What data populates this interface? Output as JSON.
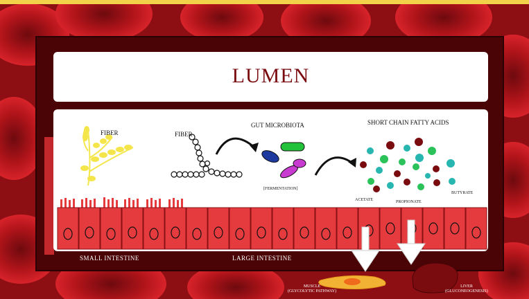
{
  "diagram": {
    "lumen_title": "LUMEN",
    "labels": {
      "fiber_left": "FIBER",
      "fiber_chain": "FIBER",
      "gut_microbiota": "GUT MICROBIOTA",
      "fermentation": "[FERMENTATION]",
      "scfa": "SHORT CHAIN FATTY ACIDS",
      "acetate": "ACETATE",
      "propionate": "PROPIONATE",
      "butyrate": "BUTYRATE"
    },
    "regions": {
      "small_intestine": "SMALL INTESTINE",
      "large_intestine": "LARGE INTESTINE"
    },
    "outputs": {
      "muscle": "MUSCLE",
      "muscle_detail": "(GLYCOLYTIC PATHWAY)",
      "liver": "LIVER",
      "liver_detail": "(GLUCONEOGENESIS)"
    },
    "colors": {
      "frame": "#4a0406",
      "cell": "#e63b3e",
      "cell_border": "#8a1114",
      "fiber_yellow": "#f4e64a",
      "bacteria_blue": "#1e3a9e",
      "bacteria_green": "#22c33a",
      "bacteria_purple": "#c93bd0",
      "scfa_teal": "#27b6b0",
      "scfa_green": "#2bc25a",
      "scfa_maroon": "#7a0c10",
      "muscle": "#f2b233",
      "liver": "#7a0c10"
    },
    "counts": {
      "small_intestine_cells": 6,
      "large_intestine_cells": 13
    }
  }
}
